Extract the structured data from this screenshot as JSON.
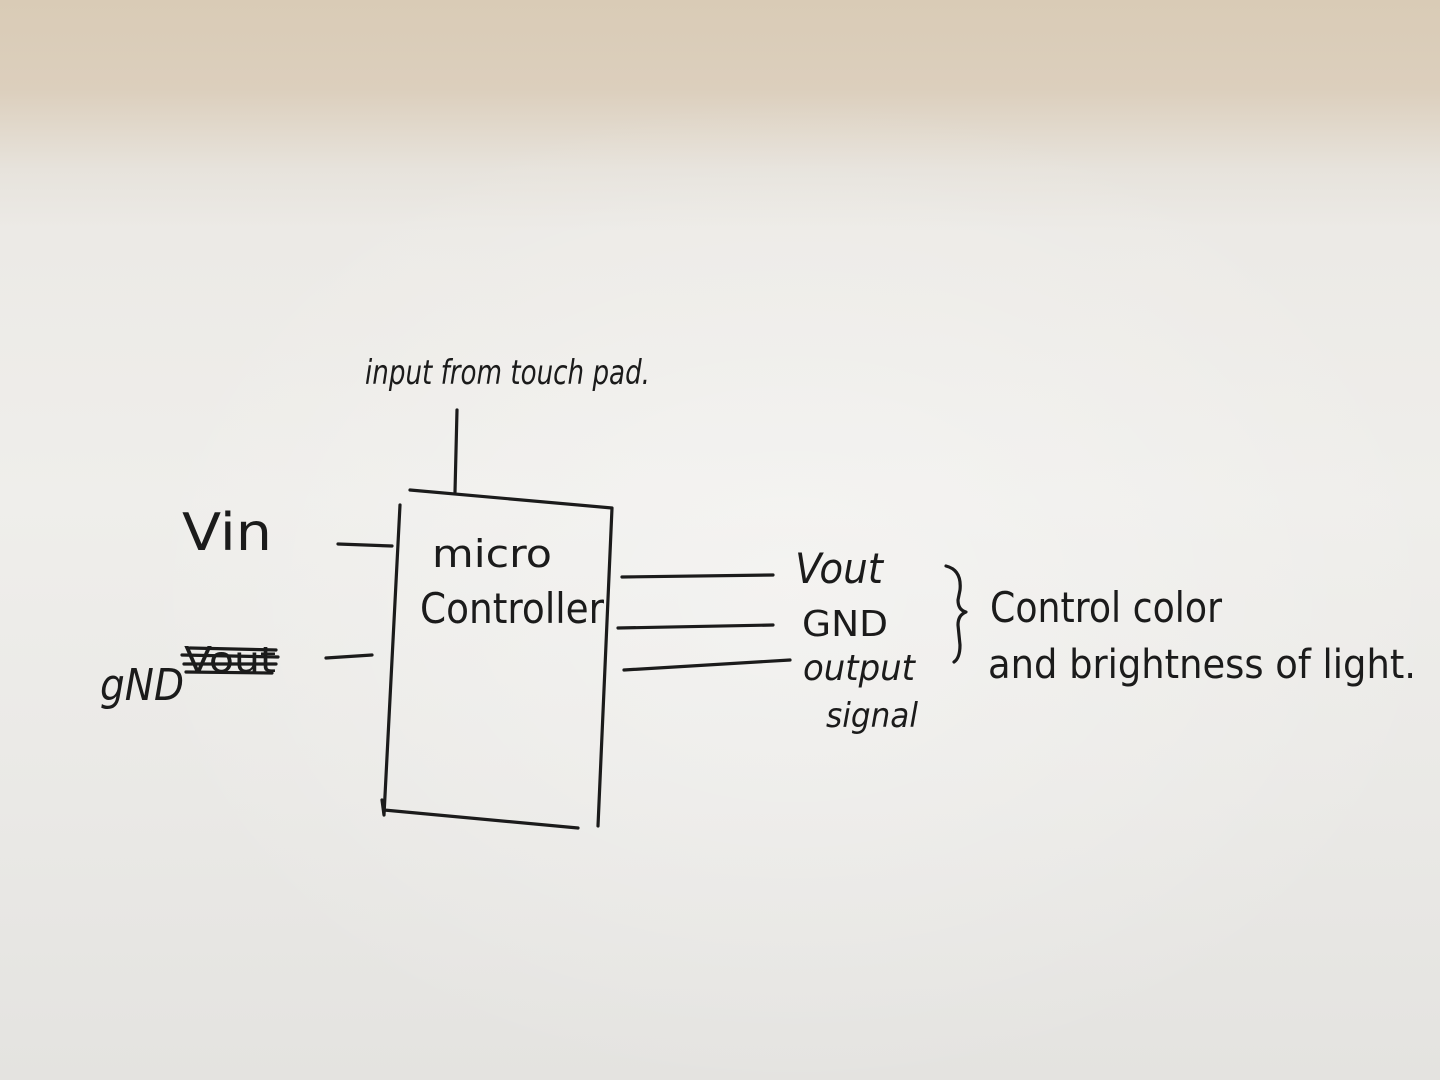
{
  "labels": {
    "input": "input from touch pad.",
    "block_line1": "micro",
    "block_line2": "Controller",
    "vin": "Vin",
    "gnd_left": "gND",
    "crossed_out": "Vout",
    "vout": "Vout",
    "gnd_right": "GND",
    "output_line1": "output",
    "output_line2": "signal",
    "note_line1": "Control color",
    "note_line2": "and brightness of light."
  },
  "colors": {
    "ink": "#1b1b1b",
    "paper": "#eceae6",
    "table": "#d9cbb6"
  }
}
